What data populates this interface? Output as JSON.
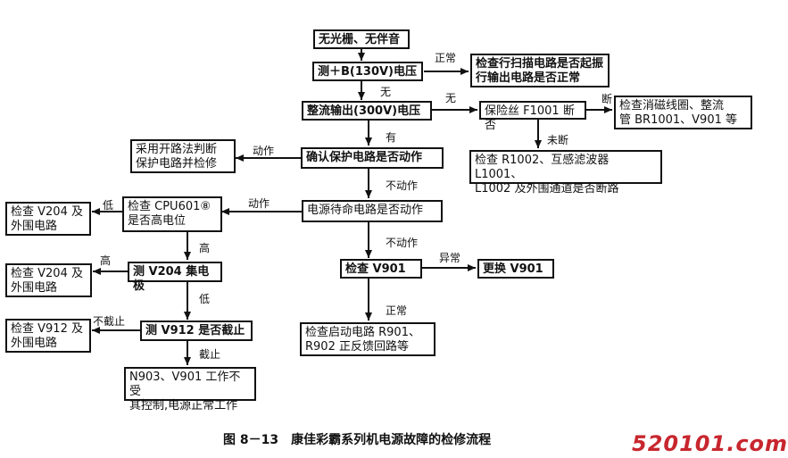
{
  "nodes": {
    "no_raster": "无光栅、无伴音",
    "measure_b": "测＋B(130V)电压",
    "check_scan": "检查行扫描电路是否起振\n行输出电路是否正常",
    "rectifier": "整流输出(300V)电压",
    "fuse": "保险丝 F1001 断否",
    "check_degauss": "检查消磁线圈、整流\n管 BR1001、V901 等",
    "open_circuit": "采用开路法判断\n保护电路并检修",
    "confirm_protect": "确认保护电路是否动作",
    "check_r1002": "检查 R1002、互感滤波器 L1001、\nL1002 及外围通道是否断路",
    "check_v204_a": "检查 V204 及\n外围电路",
    "check_cpu": "检查 CPU601⑧\n是否高电位",
    "standby": "电源待命电路是否动作",
    "check_v901": "检查 V901",
    "replace_v901": "更换 V901",
    "check_v204_b": "检查 V204 及\n外围电路",
    "measure_v204": "测 V204 集电极",
    "check_v912": "检查 V912 及\n外围电路",
    "v912_cut": "测 V912 是否截止",
    "check_start": "检查启动电路 R901、\nR902 正反馈回路等",
    "n903": "N903、V901 工作不受\n其控制,电源正常工作"
  },
  "labels": {
    "normal": "正常",
    "none_1": "无",
    "none_2": "无",
    "broken": "断",
    "not_broken": "未断",
    "yes": "有",
    "action_1": "动作",
    "not_action_1": "不动作",
    "action_2": "动作",
    "low_1": "低",
    "high_1": "高",
    "not_action_2": "不动作",
    "abnormal": "异常",
    "high_2": "高",
    "low_2": "低",
    "normal_2": "正常",
    "not_cut": "不截止",
    "cut": "截止"
  },
  "caption": "图 8－13　康佳彩霸系列机电源故障的检修流程",
  "watermark": "520101.com"
}
